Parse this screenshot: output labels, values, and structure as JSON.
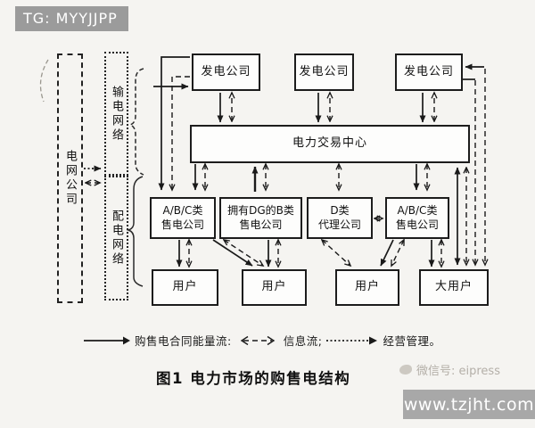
{
  "watermark_top": {
    "label": "TG: MYYJJPP"
  },
  "diagram": {
    "generators": [
      {
        "label": "发电公司"
      },
      {
        "label": "发电公司"
      },
      {
        "label": "发电公司"
      }
    ],
    "trading_center": {
      "label": "电力交易中心"
    },
    "retailers": [
      {
        "line1": "A/B/C类",
        "line2": "售电公司"
      },
      {
        "line1": "拥有DG的B类",
        "line2": "售电公司"
      },
      {
        "line1": "D类",
        "line2": "代理公司"
      },
      {
        "line1": "A/B/C类",
        "line2": "售电公司"
      }
    ],
    "users": [
      {
        "label": "用户"
      },
      {
        "label": "用户"
      },
      {
        "label": "用户"
      },
      {
        "label": "大用户"
      }
    ],
    "side": {
      "grid_company": "电网公司",
      "transmission": "输电网络",
      "distribution": "配电网络"
    }
  },
  "legend": {
    "energy": "购售电合同能量流:",
    "info": "信息流;",
    "management": "经营管理。"
  },
  "caption": "图1  电力市场的购售电结构",
  "watermark_bottom": {
    "wechat": "微信号: eipress",
    "site": "www.tzjht.com"
  },
  "colors": {
    "line": "#1a1a1a",
    "watermark_bg": "#9b9b9b",
    "site_bg": "#a8a8a8"
  }
}
